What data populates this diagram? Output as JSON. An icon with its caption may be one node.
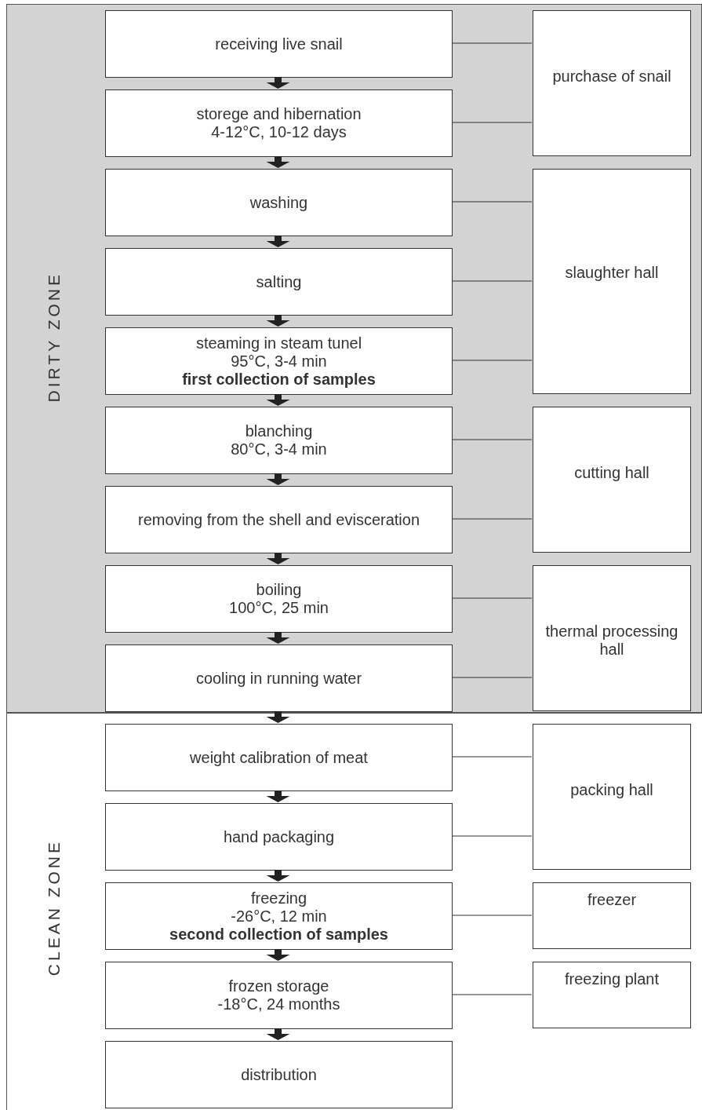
{
  "diagram": {
    "nodes": [
      {
        "text": [
          "DIRTY ZONE"
        ]
      },
      {
        "text": [
          "receiving live snail"
        ],
        "in": 0
      },
      {
        "text": [
          "storege and hibernation",
          "4-12°C, 10-12 days"
        ],
        "in": 0
      },
      {
        "text": [
          "purchase of snail"
        ],
        "in": 0
      },
      {
        "text": [
          "washing"
        ],
        "in": 0
      },
      {
        "text": [
          "salting"
        ],
        "in": 0
      },
      {
        "text": [
          "steaming in steam tunel",
          "95°C, 3-4 min",
          "first collection of samples"
        ],
        "in": 0
      },
      {
        "text": [
          "slaughter hall"
        ],
        "in": 0
      },
      {
        "text": [
          "blanching",
          "80°C, 3-4 min"
        ],
        "in": 0
      },
      {
        "text": [
          "removing from the shell and evisceration"
        ],
        "in": 0
      },
      {
        "text": [
          "cutting hall"
        ],
        "in": 0
      },
      {
        "text": [
          "boiling",
          "100°C, 25 min"
        ],
        "in": 0
      },
      {
        "text": [
          "cooling in running water"
        ],
        "in": 0
      },
      {
        "text": [
          "thermal processing hall"
        ],
        "in": 0
      },
      {
        "text": [
          "CLEAN ZONE"
        ]
      },
      {
        "text": [
          "weight calibration of meat"
        ],
        "in": 14
      },
      {
        "text": [
          "hand packaging"
        ],
        "in": 14
      },
      {
        "text": [
          "packing hall"
        ],
        "in": 14
      },
      {
        "text": [
          "freezing",
          "-26°C, 12 min",
          "second collection of samples"
        ],
        "in": 14
      },
      {
        "text": [
          "freezer"
        ],
        "in": 14
      },
      {
        "text": [
          "frozen storage",
          "-18°C, 24 months"
        ],
        "in": 14
      },
      {
        "text": [
          "freezing plant"
        ],
        "in": 14
      },
      {
        "text": [
          "distribution"
        ],
        "in": 14
      }
    ],
    "edges": [
      {
        "from": 1,
        "to": 2,
        "arrow": "to",
        "style": "thick"
      },
      {
        "from": 2,
        "to": 4,
        "arrow": "to",
        "style": "thick"
      },
      {
        "from": 4,
        "to": 5,
        "arrow": "to",
        "style": "thick"
      },
      {
        "from": 5,
        "to": 6,
        "arrow": "to",
        "style": "thick"
      },
      {
        "from": 6,
        "to": 8,
        "arrow": "to",
        "style": "thick"
      },
      {
        "from": 8,
        "to": 9,
        "arrow": "to",
        "style": "thick"
      },
      {
        "from": 9,
        "to": 11,
        "arrow": "to",
        "style": "thick"
      },
      {
        "from": 11,
        "to": 12,
        "arrow": "to",
        "style": "thick"
      },
      {
        "from": 12,
        "to": 15,
        "arrow": "to",
        "style": "thick"
      },
      {
        "from": 15,
        "to": 16,
        "arrow": "to",
        "style": "thick"
      },
      {
        "from": 16,
        "to": 18,
        "arrow": "to",
        "style": "thick"
      },
      {
        "from": 18,
        "to": 20,
        "arrow": "to",
        "style": "thick"
      },
      {
        "from": 20,
        "to": 22,
        "arrow": "to",
        "style": "thick"
      },
      {
        "from": 1,
        "to": 3,
        "arrow": "none"
      },
      {
        "from": 2,
        "to": 3,
        "arrow": "none"
      },
      {
        "from": 4,
        "to": 7,
        "arrow": "none"
      },
      {
        "from": 5,
        "to": 7,
        "arrow": "none"
      },
      {
        "from": 6,
        "to": 7,
        "arrow": "none"
      },
      {
        "from": 8,
        "to": 10,
        "arrow": "none"
      },
      {
        "from": 9,
        "to": 10,
        "arrow": "none"
      },
      {
        "from": 11,
        "to": 13,
        "arrow": "none"
      },
      {
        "from": 12,
        "to": 13,
        "arrow": "none"
      },
      {
        "from": 15,
        "to": 17,
        "arrow": "none"
      },
      {
        "from": 16,
        "to": 17,
        "arrow": "none"
      },
      {
        "from": 18,
        "to": 19,
        "arrow": "none"
      },
      {
        "from": 20,
        "to": 21,
        "arrow": "none"
      }
    ]
  }
}
